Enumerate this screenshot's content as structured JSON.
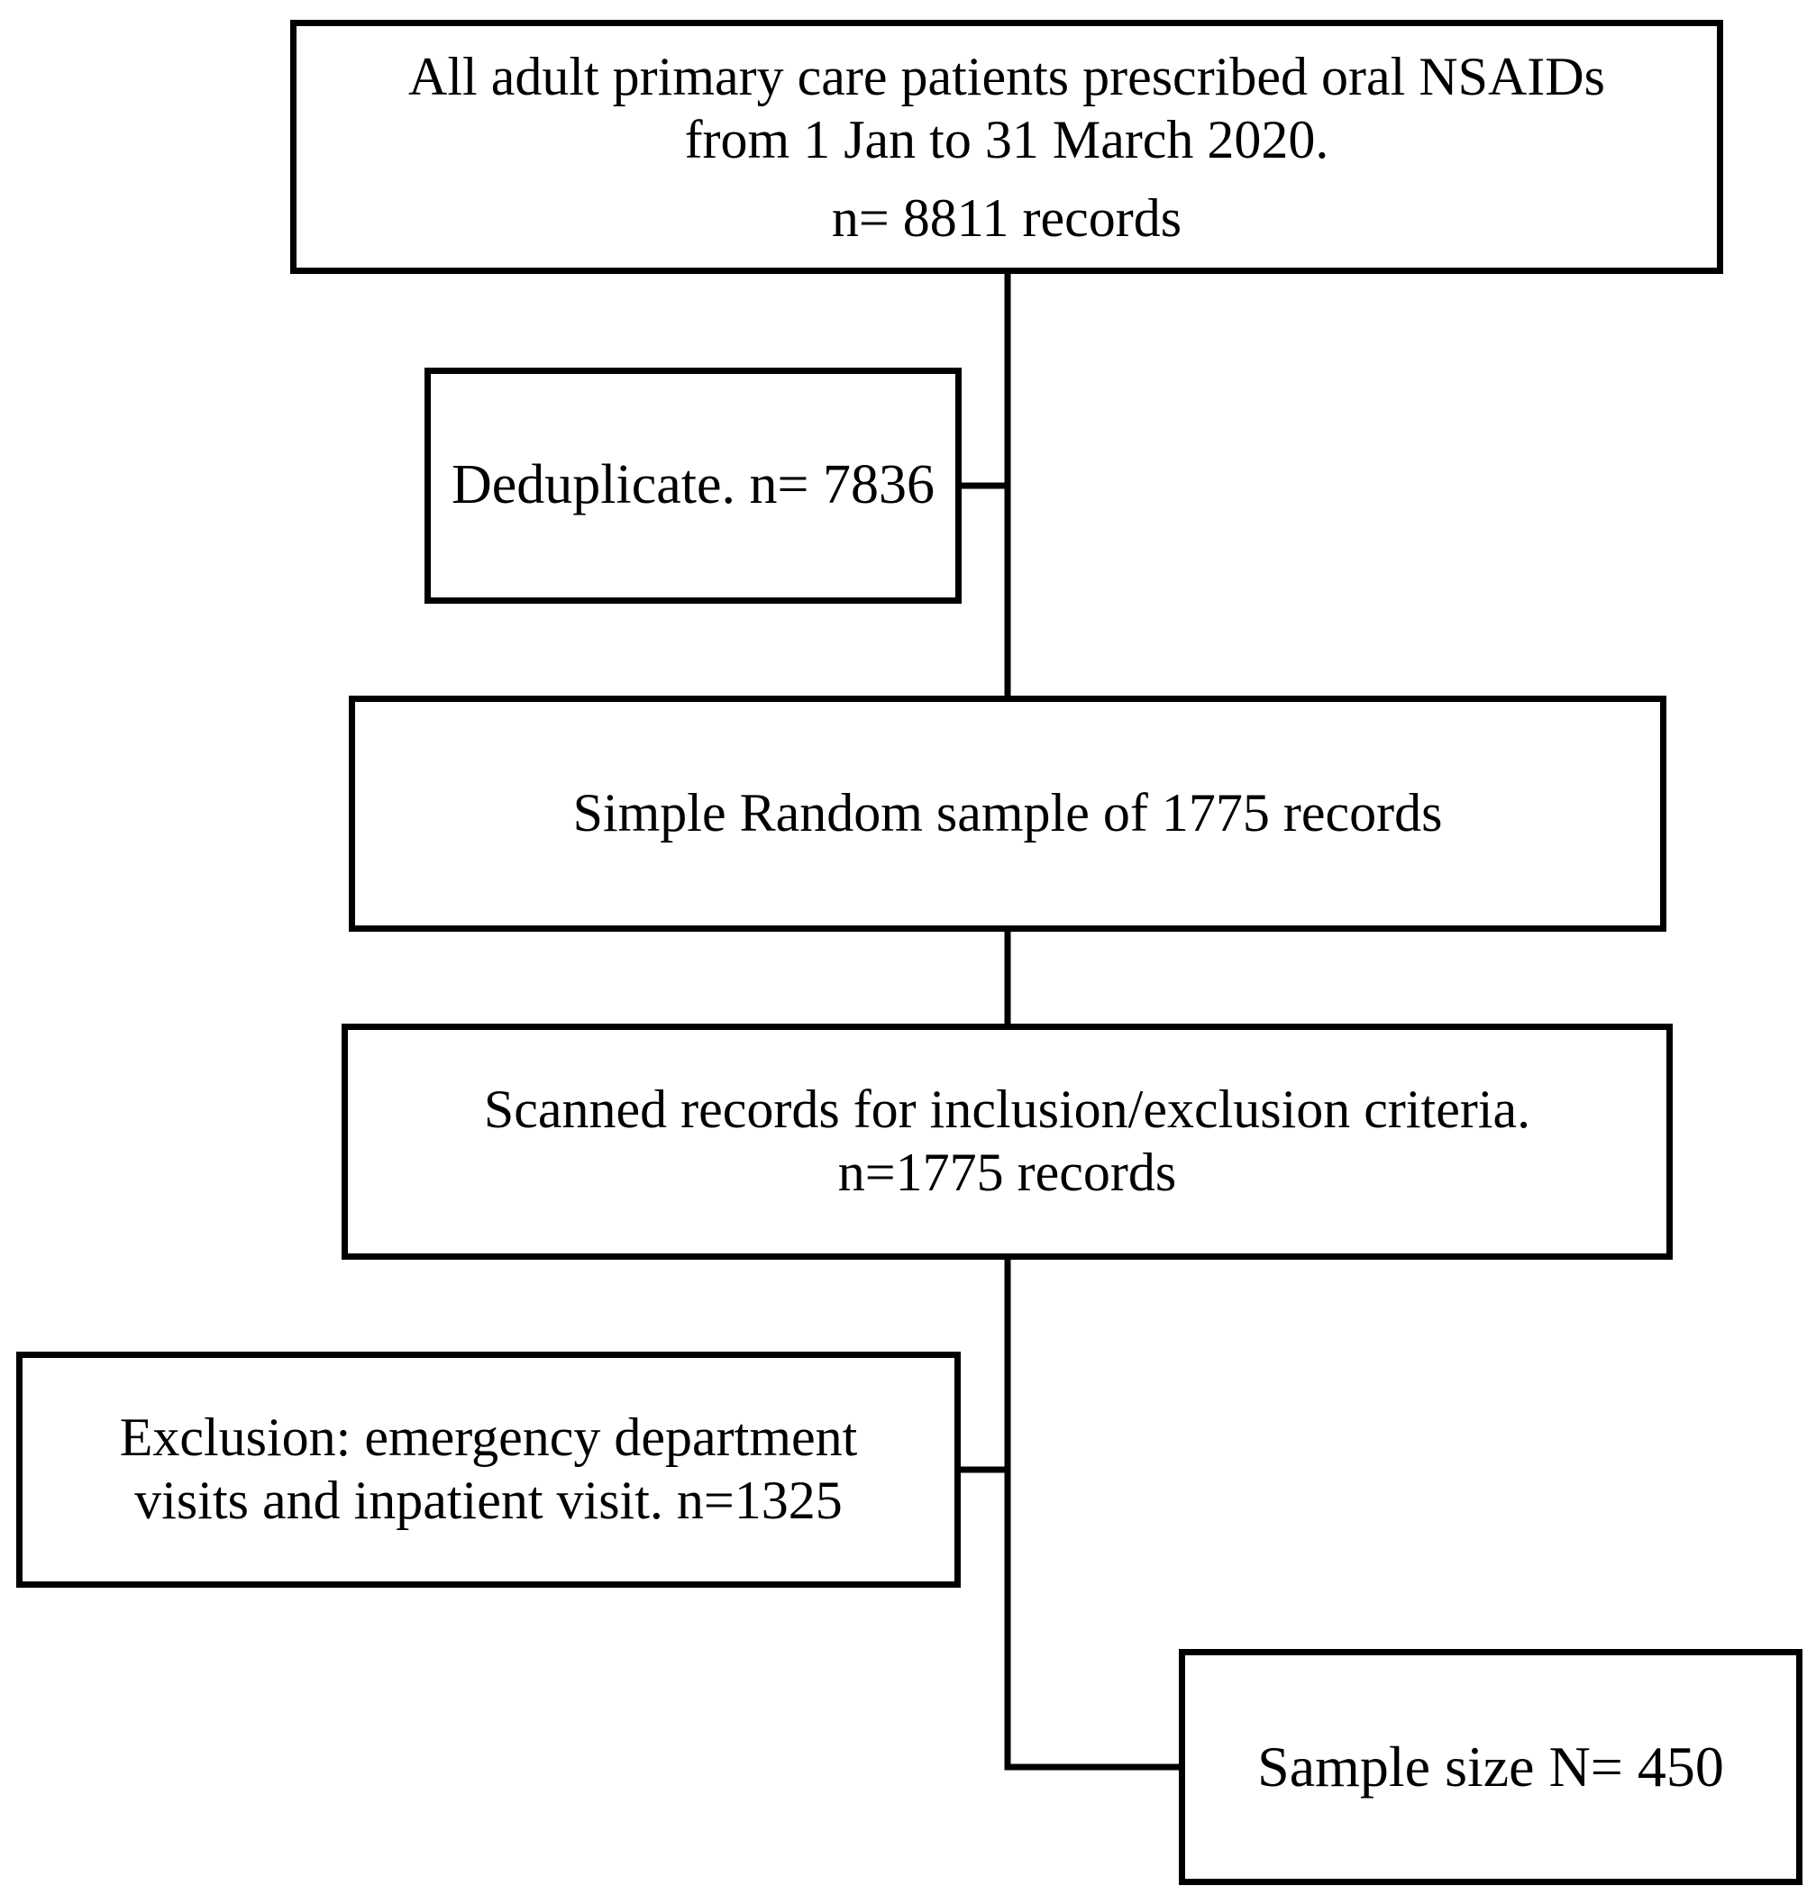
{
  "diagram": {
    "population": {
      "line1": "All adult primary care patients prescribed oral NSAIDs",
      "line2": "from 1 Jan to 31 March 2020.",
      "line3": "n= 8811 records"
    },
    "deduplicate": {
      "line1": "Deduplicate. n= 7836"
    },
    "random_sample": {
      "line1": "Simple Random sample of 1775 records"
    },
    "scanned": {
      "line1": "Scanned records for inclusion/exclusion criteria.",
      "line2": "n=1775 records"
    },
    "exclusion": {
      "line1": "Exclusion: emergency department",
      "line2": "visits and inpatient visit. n=1325"
    },
    "sample_size": {
      "line1": "Sample size N= 450"
    },
    "line_color": "#000000",
    "box_border_color": "#000000",
    "background_color": "#ffffff"
  }
}
